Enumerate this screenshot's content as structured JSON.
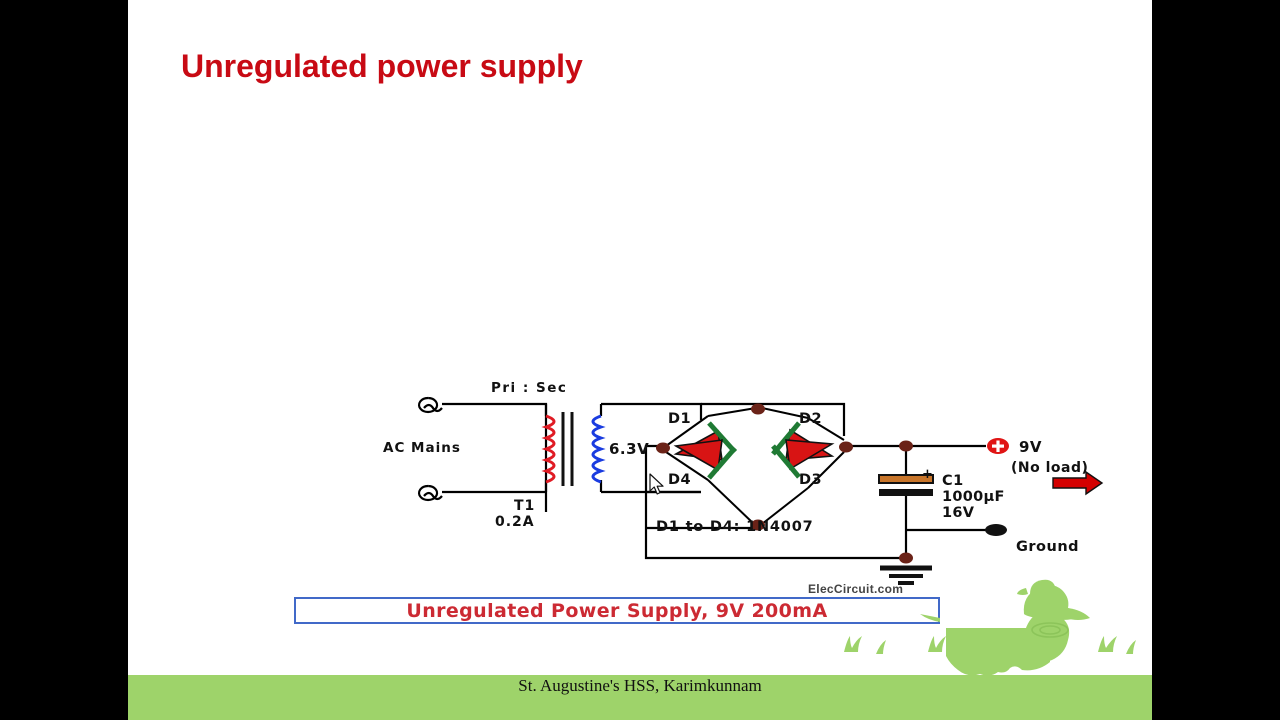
{
  "slide": {
    "title": "Unregulated power supply",
    "title_color": "#c80a14",
    "background": "#ffffff"
  },
  "footer": {
    "text": "St. Augustine's HSS, Karimkunnam",
    "band_color": "#9ed36a"
  },
  "circuit": {
    "source_label": "AC Mains",
    "winding_ratio_label": "Pri : Sec",
    "transformer_name": "T1",
    "transformer_current": "0.2A",
    "secondary_voltage": "6.3V",
    "diodes": {
      "d1": "D1",
      "d2": "D2",
      "d3": "D3",
      "d4": "D4",
      "note": "D1 to D4: 1N4007"
    },
    "capacitor": {
      "ref": "C1",
      "value": "1000µF",
      "voltage": "16V",
      "polarity": "+"
    },
    "output": {
      "voltage": "9V",
      "condition": "(No load)",
      "ground": "Ground"
    }
  },
  "caption": {
    "text": "Unregulated Power Supply, 9V 200mA",
    "border_color": "#4169c8",
    "text_color": "#cc2a33"
  },
  "watermark": {
    "text": "ElecCircuit.com"
  },
  "colors": {
    "primary_coil": "#e01b24",
    "secondary_coil": "#1a3ce0",
    "diode_body": "#d81414",
    "diode_bar": "#1f7a34",
    "node": "#6b2318",
    "cap_plate": "#c8752a",
    "arrow": "#d40000"
  }
}
